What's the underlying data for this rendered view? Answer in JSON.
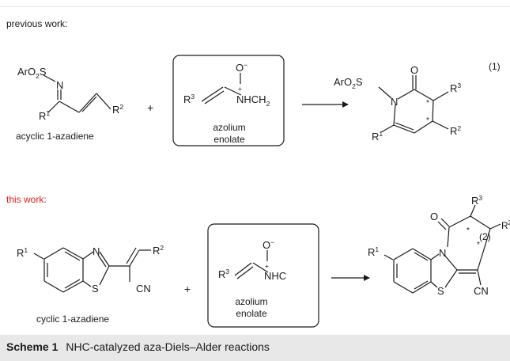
{
  "scheme": {
    "previous_label": "previous work:",
    "this_label": "this work:",
    "eq1_number": "(1)",
    "eq2_number": "(2)",
    "eq1": {
      "reactant_name": "acyclic 1-azadiene",
      "box_line1": "azolium",
      "box_line2": "enolate",
      "plus": "+"
    },
    "eq2": {
      "reactant_name": "cyclic 1-azadiene",
      "box_line1": "azolium",
      "box_line2": "enolate",
      "plus": "+"
    },
    "atoms": {
      "aro2s": "ArO",
      "two": "2",
      "s": "S",
      "n": "N",
      "o": "O",
      "o_minus": "O",
      "minus": "−",
      "plus_sup": "+",
      "nhch2": "NHCH",
      "nhc": "NHC",
      "cn": "CN",
      "r": "R",
      "one": "1",
      "sup2": "2",
      "three": "3",
      "star": "*"
    }
  },
  "caption": {
    "label": "Scheme 1",
    "text": "NHC-catalyzed aza-Diels–Alder reactions"
  }
}
